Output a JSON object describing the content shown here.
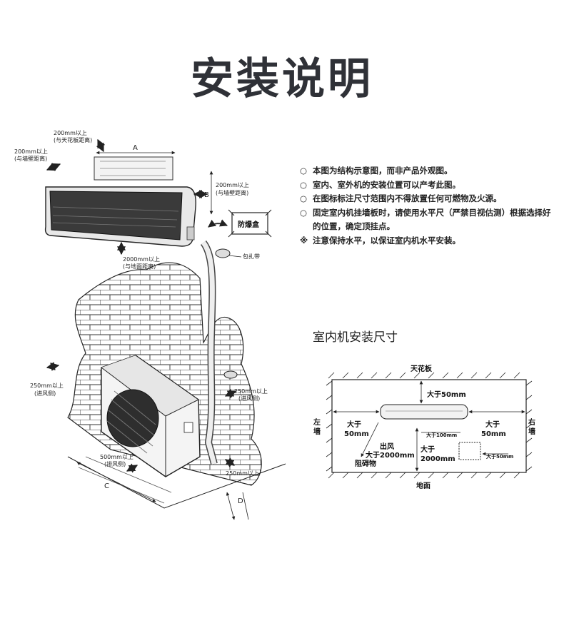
{
  "title": "安装说明",
  "notes": [
    {
      "mark": "○",
      "text": "本图为结构示意图，而非产品外观图。"
    },
    {
      "mark": "○",
      "text": "室内、室外机的安装位置可以产考此图。"
    },
    {
      "mark": "○",
      "text": "在图标标注尺寸范围内不得放置任何可燃物及火源。"
    },
    {
      "mark": "○",
      "text": "固定室内机挂墙板时，请使用水平尺（严禁目视估测）根据选择好的位置，确定顶挂点。"
    },
    {
      "mark": "※",
      "text": "注意保持水平，以保证室内机水平安装。"
    }
  ],
  "install_diagram": {
    "label_top_a": "200mm以上",
    "label_top_b": "(与天花板距离)",
    "label_left_a": "200mm以上",
    "label_left_b": "(与墙壁距离)",
    "label_right_a": "200mm以上",
    "label_right_b": "(与墙壁距离)",
    "label_dim_a": "A",
    "label_dim_b": "B",
    "label_dim_c": "C",
    "label_dim_d": "D",
    "label_box": "防爆盒",
    "label_strap": "包扎带",
    "label_floor_a": "2000mm以上",
    "label_floor_b": "(与地面距离)",
    "label_outL_a": "250mm以上",
    "label_outL_b": "(进风侧)",
    "label_outR_a": "250mm以上",
    "label_outR_b": "(进风侧)",
    "label_outF_a": "500mm以上",
    "label_outF_b": "(排风侧)",
    "label_outB": "250mm以上"
  },
  "indoor_section_title": "室内机安装尺寸",
  "indoor_diagram": {
    "ceiling": "天花板",
    "floor": "地面",
    "left_wall": [
      "左",
      "墙"
    ],
    "right_wall": [
      "右",
      "墙"
    ],
    "top_gap": "大于50mm",
    "left_gap": [
      "大于",
      "50mm"
    ],
    "right_gap": [
      "大于",
      "50mm"
    ],
    "airflow": [
      "出风",
      "大于2000mm",
      "阻碍物"
    ],
    "floor_gap": [
      "大于",
      "2000mm"
    ],
    "pipe_gap": "大于100mm",
    "box_gap": "大于50mm"
  }
}
